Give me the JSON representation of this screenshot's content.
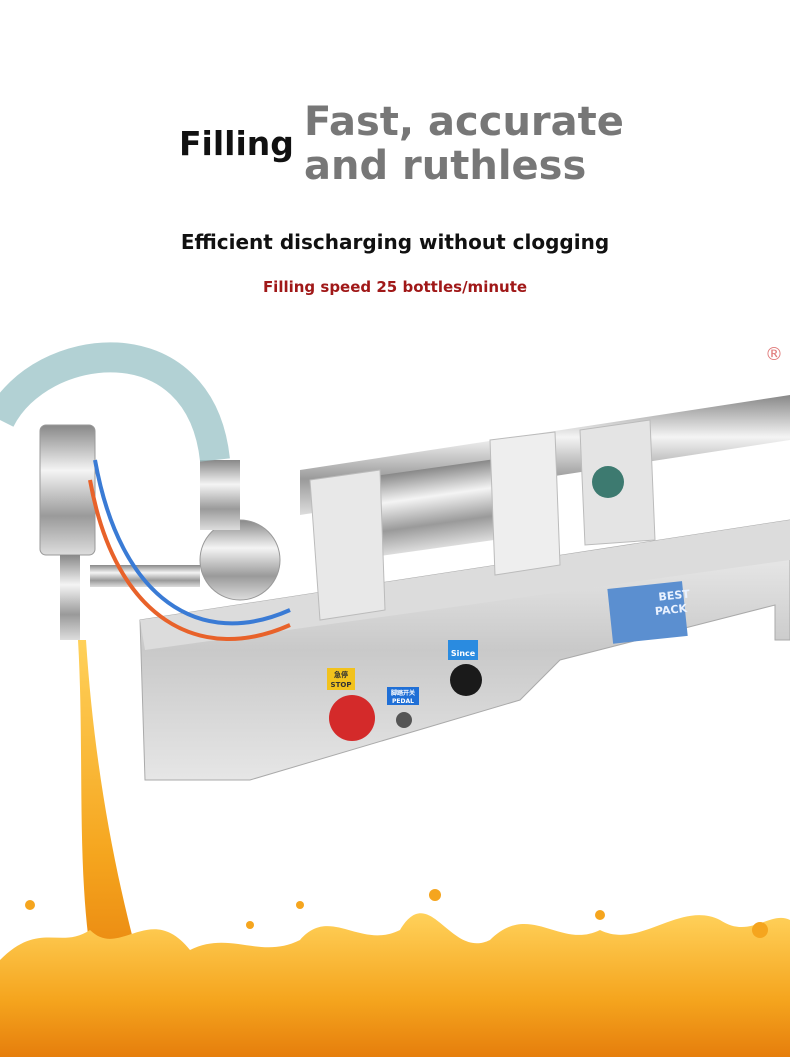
{
  "headline": {
    "lead": "Filling",
    "line1": "Fast, accurate",
    "line2": "and ruthless"
  },
  "subtitle": "Efficient discharging without clogging",
  "speed_text": "Filling speed 25 bottles/minute",
  "machine_labels": {
    "stop_cn": "急停",
    "stop": "STOP",
    "pedal_cn": "脚踏开关",
    "pedal": "PEDAL",
    "knob": "Since",
    "brand_line1": "BEST",
    "brand_line2": "PACK"
  },
  "watermark": "®",
  "colors": {
    "liquid": "#f3a21c",
    "speed_text": "#a01818",
    "headline_gray": "#777777",
    "stop_button": "#d42a2a"
  }
}
